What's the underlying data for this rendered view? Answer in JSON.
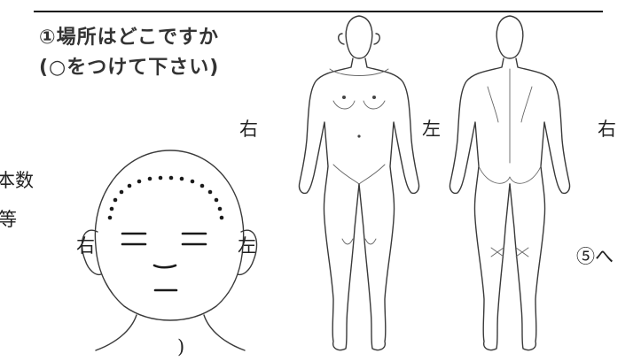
{
  "header": {
    "line1": "①場所はどこですか",
    "line2": "(○をつけて下さい)"
  },
  "labels": {
    "front_right": "右",
    "front_left": "左",
    "back_right": "右",
    "head_right": "右",
    "head_left": "左",
    "margin_count": "本数",
    "margin_etc": "等",
    "next_step": "⑤へ",
    "closing_paren": ")"
  }
}
